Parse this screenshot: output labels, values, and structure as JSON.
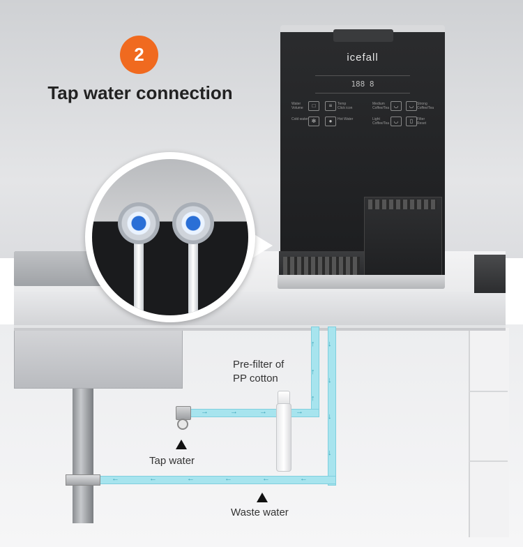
{
  "step": {
    "number": "2",
    "title": "Tap water connection"
  },
  "machine": {
    "brand": "icefall",
    "display": "188  8",
    "controls": [
      {
        "label": "Water Volume",
        "icon": "cup-icon"
      },
      {
        "label": "Temp Click icon",
        "icon": "thermometer-icon"
      },
      {
        "label": "Medium Coffee/Tea",
        "icon": "coffee-cup-icon"
      },
      {
        "label": "Strong Coffee/Tea",
        "icon": "coffee-cup-icon"
      },
      {
        "label": "Cold water",
        "icon": "snowflake-icon"
      },
      {
        "label": "Hot Water",
        "icon": "drop-icon"
      },
      {
        "label": "Light Coffee/Tea",
        "icon": "coffee-cup-icon"
      },
      {
        "label": "Filter Reset",
        "icon": "filter-icon"
      }
    ]
  },
  "labels": {
    "prefilter_line1": "Pre-filter of",
    "prefilter_line2": "PP cotton",
    "tap_water": "Tap water",
    "waste_water": "Waste water"
  },
  "colors": {
    "badge": "#f06a1f",
    "pipe": "#a7e4ee",
    "arrow": "#3aa4b8",
    "fitting": "#2a6fd6"
  }
}
